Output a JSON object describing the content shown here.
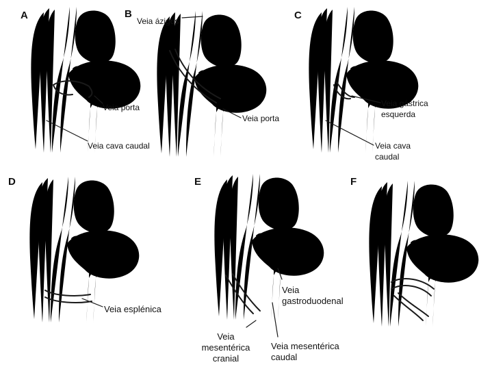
{
  "panels": [
    {
      "letter": "A"
    },
    {
      "letter": "B"
    },
    {
      "letter": "C"
    },
    {
      "letter": "D"
    },
    {
      "letter": "E"
    },
    {
      "letter": "F"
    }
  ],
  "labels": {
    "A_porta": "Veia porta",
    "A_cava": "Veia cava caudal",
    "B_azigos": "Veia ázigos",
    "B_porta": "Veia porta",
    "C_gastrica_1": "Veia gástrica",
    "C_gastrica_2": "esquerda",
    "C_cava_1": "Veia cava",
    "C_cava_2": "caudal",
    "D_esplenica": "Veia esplénica",
    "E_gastro_1": "Veia",
    "E_gastro_2": "gastroduodenal",
    "E_mes_cranial_1": "Veia",
    "E_mes_cranial_2": "mesentérica",
    "E_mes_cranial_3": "cranial",
    "E_mes_caudal_1": "Veia mesentérica",
    "E_mes_caudal_2": "caudal"
  }
}
